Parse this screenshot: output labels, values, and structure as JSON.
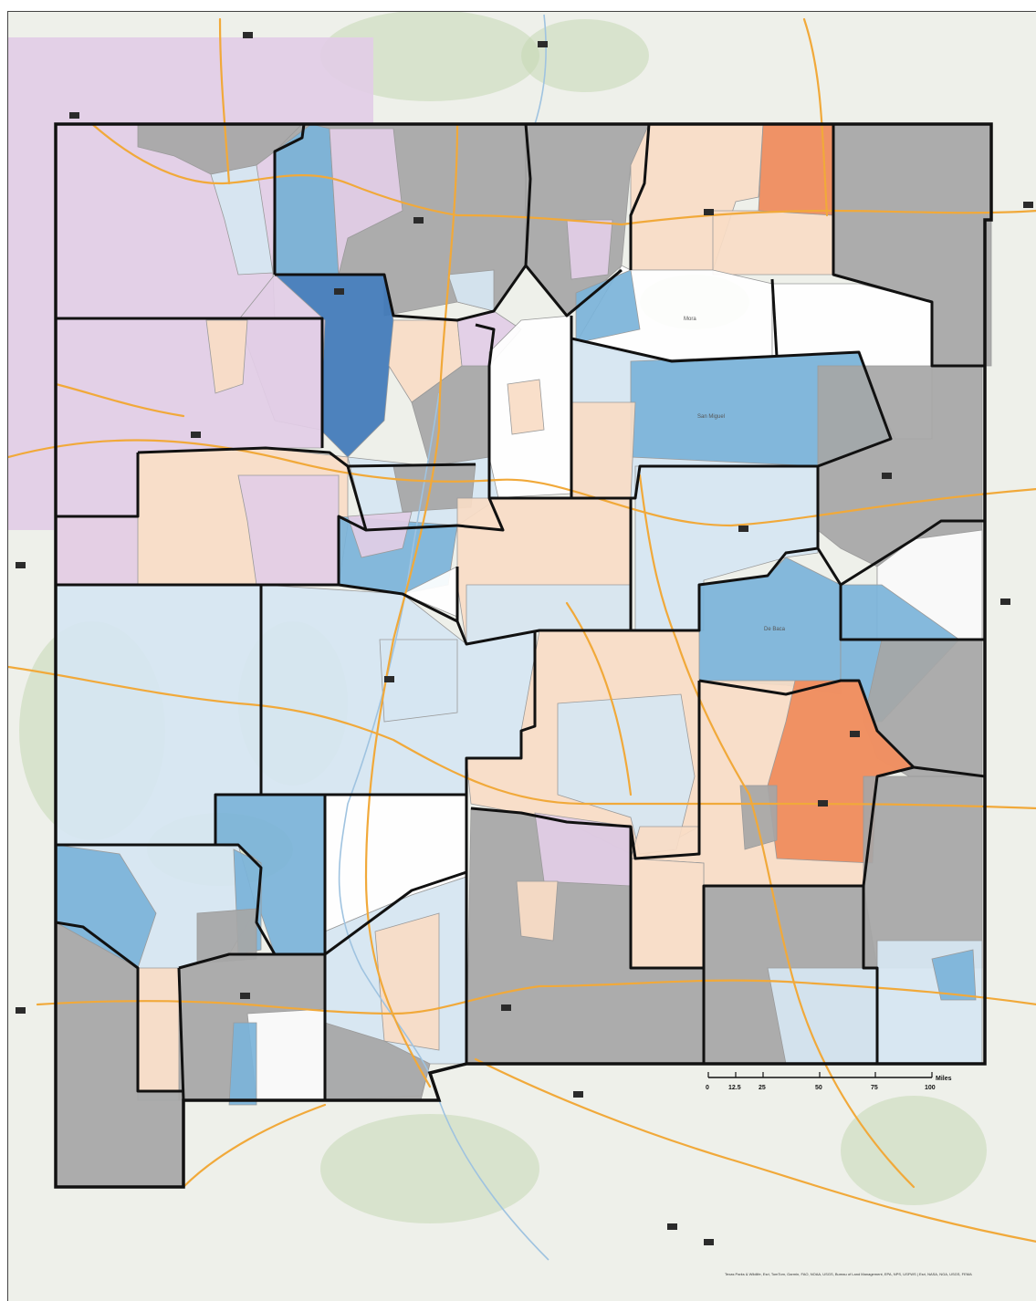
{
  "map": {
    "colors": {
      "background": "#eef0ea",
      "gray": "#a6a6a6",
      "light_blue": "#d6e6f2",
      "mid_blue": "#7bb3d9",
      "dark_blue": "#3f78b8",
      "light_orange": "#f8dcc6",
      "dark_orange": "#ef8a5a",
      "purple": "#e2cde6",
      "white": "#ffffff",
      "road": "#f1a93a"
    },
    "place_labels": [
      "San Miguel",
      "De Baca",
      "Mora"
    ],
    "scale_bar": {
      "ticks": [
        "0",
        "12.5",
        "25",
        "50",
        "75",
        "100"
      ],
      "unit": "Miles"
    },
    "attribution": "Texas Parks & Wildlife, Esri, TomTom, Garmin, FAO, NOAA, USGS, Bureau of Land Management, EPA, NPS, USFWS | Esri, NASA, NGA, USGS, FEMA"
  }
}
